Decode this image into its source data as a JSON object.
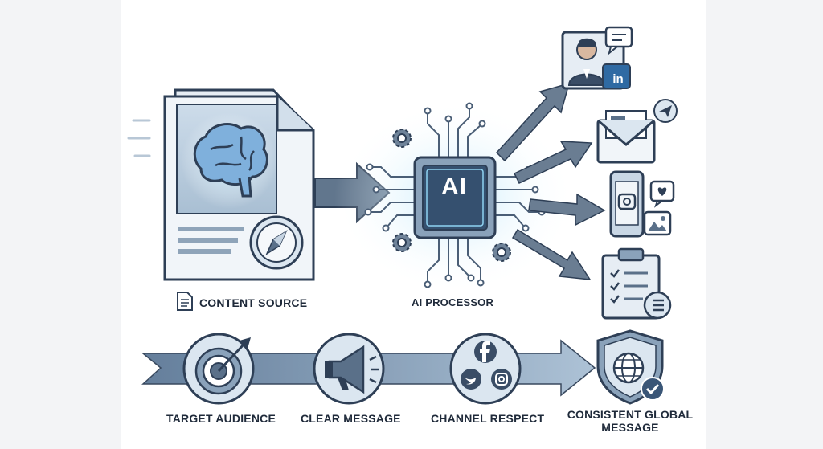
{
  "diagram": {
    "labels": {
      "content_source": "CONTENT SOURCE",
      "ai_processor": "AI PROCESSOR",
      "target_audience": "TARGET AUDIENCE",
      "clear_message": "CLEAR MESSAGE",
      "channel_respect": "CHANNEL RESPECT",
      "consistent_global_message": "CONSISTENT GLOBAL MESSAGE"
    },
    "chip_text": "AI",
    "linkedin_text": "in",
    "colors": {
      "navy": "#2e3f56",
      "steel": "#5a7089",
      "pale": "#dde8f2",
      "glow": "#8fd3f2",
      "arrow": "#6a7d92"
    }
  }
}
